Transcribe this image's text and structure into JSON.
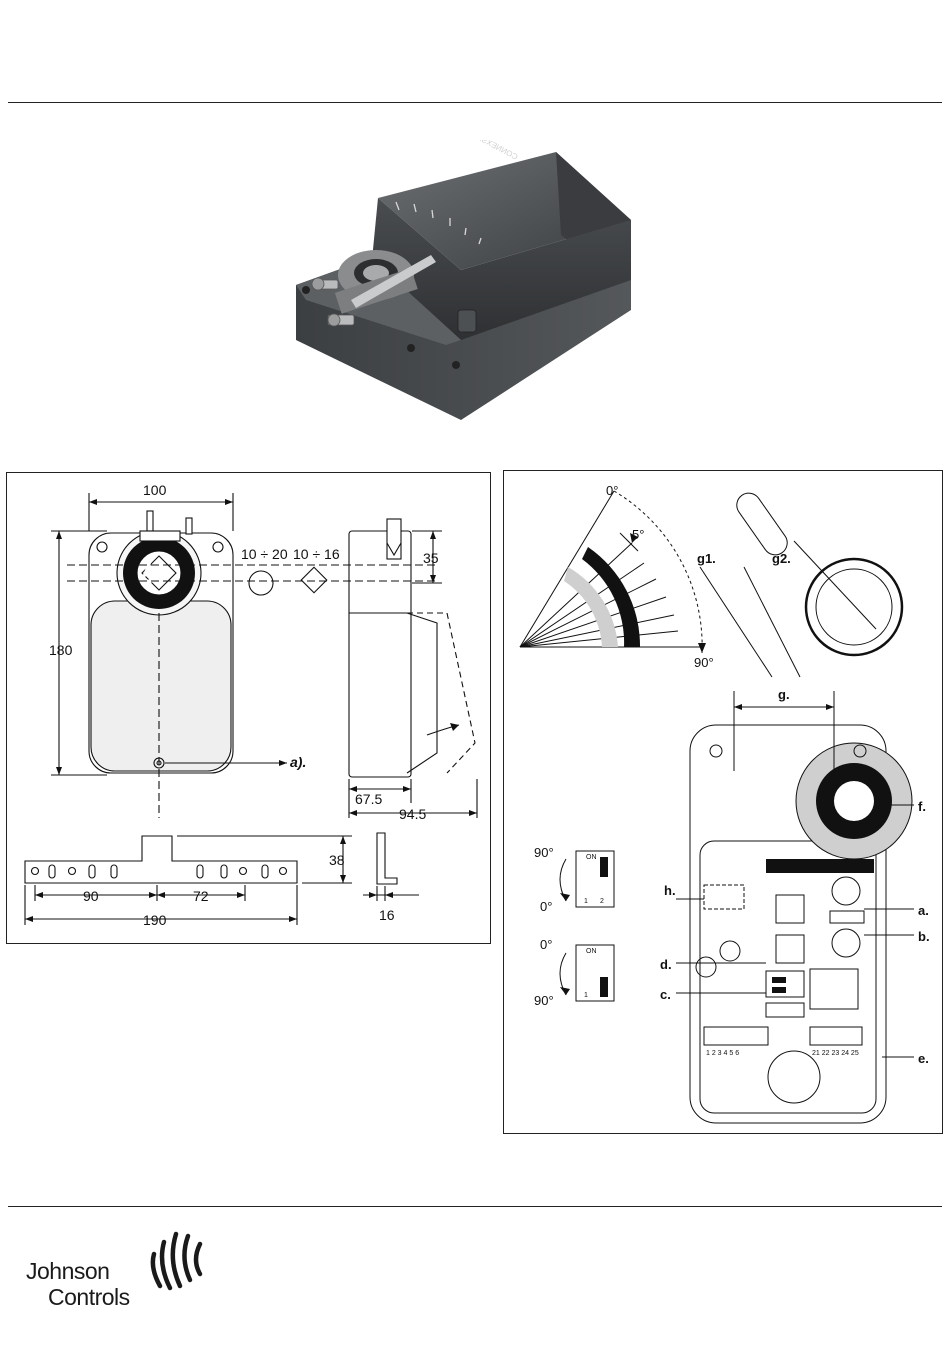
{
  "dimensions": {
    "width_100": "100",
    "height_180": "180",
    "shaft_round": "10 ÷ 20",
    "shaft_square": "10 ÷ 16",
    "side_35": "35",
    "depth_67_5": "67.5",
    "depth_94_5": "94.5",
    "bracket_90": "90",
    "bracket_72": "72",
    "bracket_190": "190",
    "bracket_38": "38",
    "bracket_16": "16",
    "callout_a": "a)."
  },
  "settings": {
    "angle_0": "0°",
    "angle_90": "90°",
    "angle_5": "5°",
    "g1": "g1.",
    "g2": "g2.",
    "g": "g.",
    "f": "f.",
    "h": "h.",
    "a": "a.",
    "b": "b.",
    "d": "d.",
    "c": "c.",
    "e": "e.",
    "dip_on": "ON",
    "dip_1": "1",
    "dip_2": "2",
    "dir1_top": "90°",
    "dir1_bottom": "0°",
    "dir2_top": "0°",
    "dir2_bottom": "90°",
    "term_left": [
      "1",
      "2",
      "3",
      "4",
      "5",
      "6"
    ],
    "term_right": [
      "21",
      "22",
      "23",
      "24",
      "25"
    ]
  },
  "product": {
    "label": "CONNEXSION"
  },
  "logo": {
    "line1": "Johnson",
    "line2": "Controls"
  }
}
